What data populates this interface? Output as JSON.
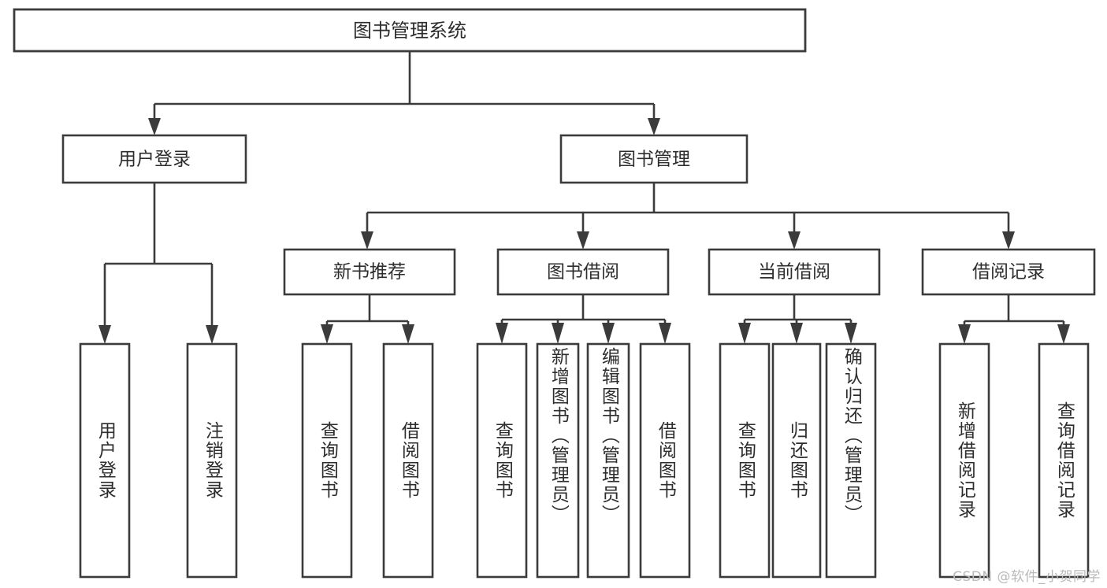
{
  "diagram": {
    "title": "图书管理系统",
    "type": "tree-hierarchy-chart",
    "orientation": "top-down",
    "root": {
      "id": "root",
      "label": "图书管理系统"
    },
    "level2": [
      {
        "id": "user-login",
        "label": "用户登录"
      },
      {
        "id": "book-manage",
        "label": "图书管理"
      }
    ],
    "level3": [
      {
        "id": "new-book-recommend",
        "label": "新书推荐",
        "parent": "book-manage"
      },
      {
        "id": "book-borrow",
        "label": "图书借阅",
        "parent": "book-manage"
      },
      {
        "id": "current-borrow",
        "label": "当前借阅",
        "parent": "book-manage"
      },
      {
        "id": "borrow-record",
        "label": "借阅记录",
        "parent": "book-manage"
      }
    ],
    "leaves": {
      "user-login": [
        {
          "id": "leaf-user-login",
          "label": "用户登录"
        },
        {
          "id": "leaf-user-logout",
          "label": "注销登录"
        }
      ],
      "new-book-recommend": [
        {
          "id": "leaf-query-book-1",
          "label": "查询图书"
        },
        {
          "id": "leaf-borrow-book-1",
          "label": "借阅图书"
        }
      ],
      "book-borrow": [
        {
          "id": "leaf-query-book-2",
          "label": "查询图书"
        },
        {
          "id": "leaf-add-book",
          "label": "新增图书（管理员）"
        },
        {
          "id": "leaf-edit-book",
          "label": "编辑图书（管理员）"
        },
        {
          "id": "leaf-borrow-book-2",
          "label": "借阅图书"
        }
      ],
      "current-borrow": [
        {
          "id": "leaf-query-book-3",
          "label": "查询图书"
        },
        {
          "id": "leaf-return-book",
          "label": "归还图书"
        },
        {
          "id": "leaf-confirm-return",
          "label": "确认归还（管理员）"
        }
      ],
      "borrow-record": [
        {
          "id": "leaf-add-record",
          "label": "新增借阅记录"
        },
        {
          "id": "leaf-query-record",
          "label": "查询借阅记录"
        }
      ]
    }
  },
  "watermark": {
    "text": "CSDN @软件_小贺同学"
  },
  "colors": {
    "stroke": "#3b3b3b",
    "box_fill": "#ffffff",
    "text": "#2d2d2d",
    "background": "#ffffff",
    "watermark": "#b9b9b9"
  }
}
